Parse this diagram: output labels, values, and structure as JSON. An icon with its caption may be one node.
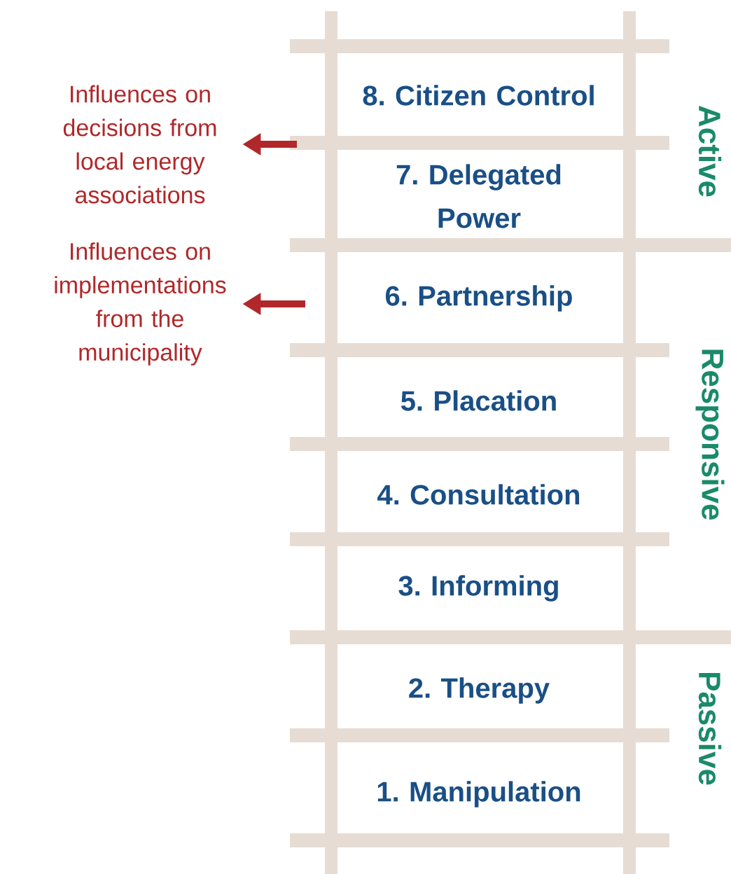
{
  "diagram": {
    "nodes": [
      {
        "text": [
          "Influences on decisions from local energy associations"
        ]
      },
      {
        "text": [
          "Influences on implementations from the municipality"
        ]
      },
      {
        "text": [
          "8. Citizen Control"
        ]
      },
      {
        "text": [
          "7. Delegated Power"
        ]
      },
      {
        "text": [
          "6. Partnership"
        ]
      },
      {
        "text": [
          "5. Placation"
        ]
      },
      {
        "text": [
          "4. Consultation"
        ]
      },
      {
        "text": [
          "3. Informing"
        ]
      },
      {
        "text": [
          "2. Therapy"
        ]
      },
      {
        "text": [
          "1. Manipulation"
        ]
      }
    ],
    "edges": [
      {
        "from": null,
        "to": 0,
        "arrow": "to"
      },
      {
        "from": null,
        "to": 1,
        "arrow": "to"
      }
    ],
    "labels": [
      "Active",
      "Responsive",
      "Passive"
    ]
  }
}
